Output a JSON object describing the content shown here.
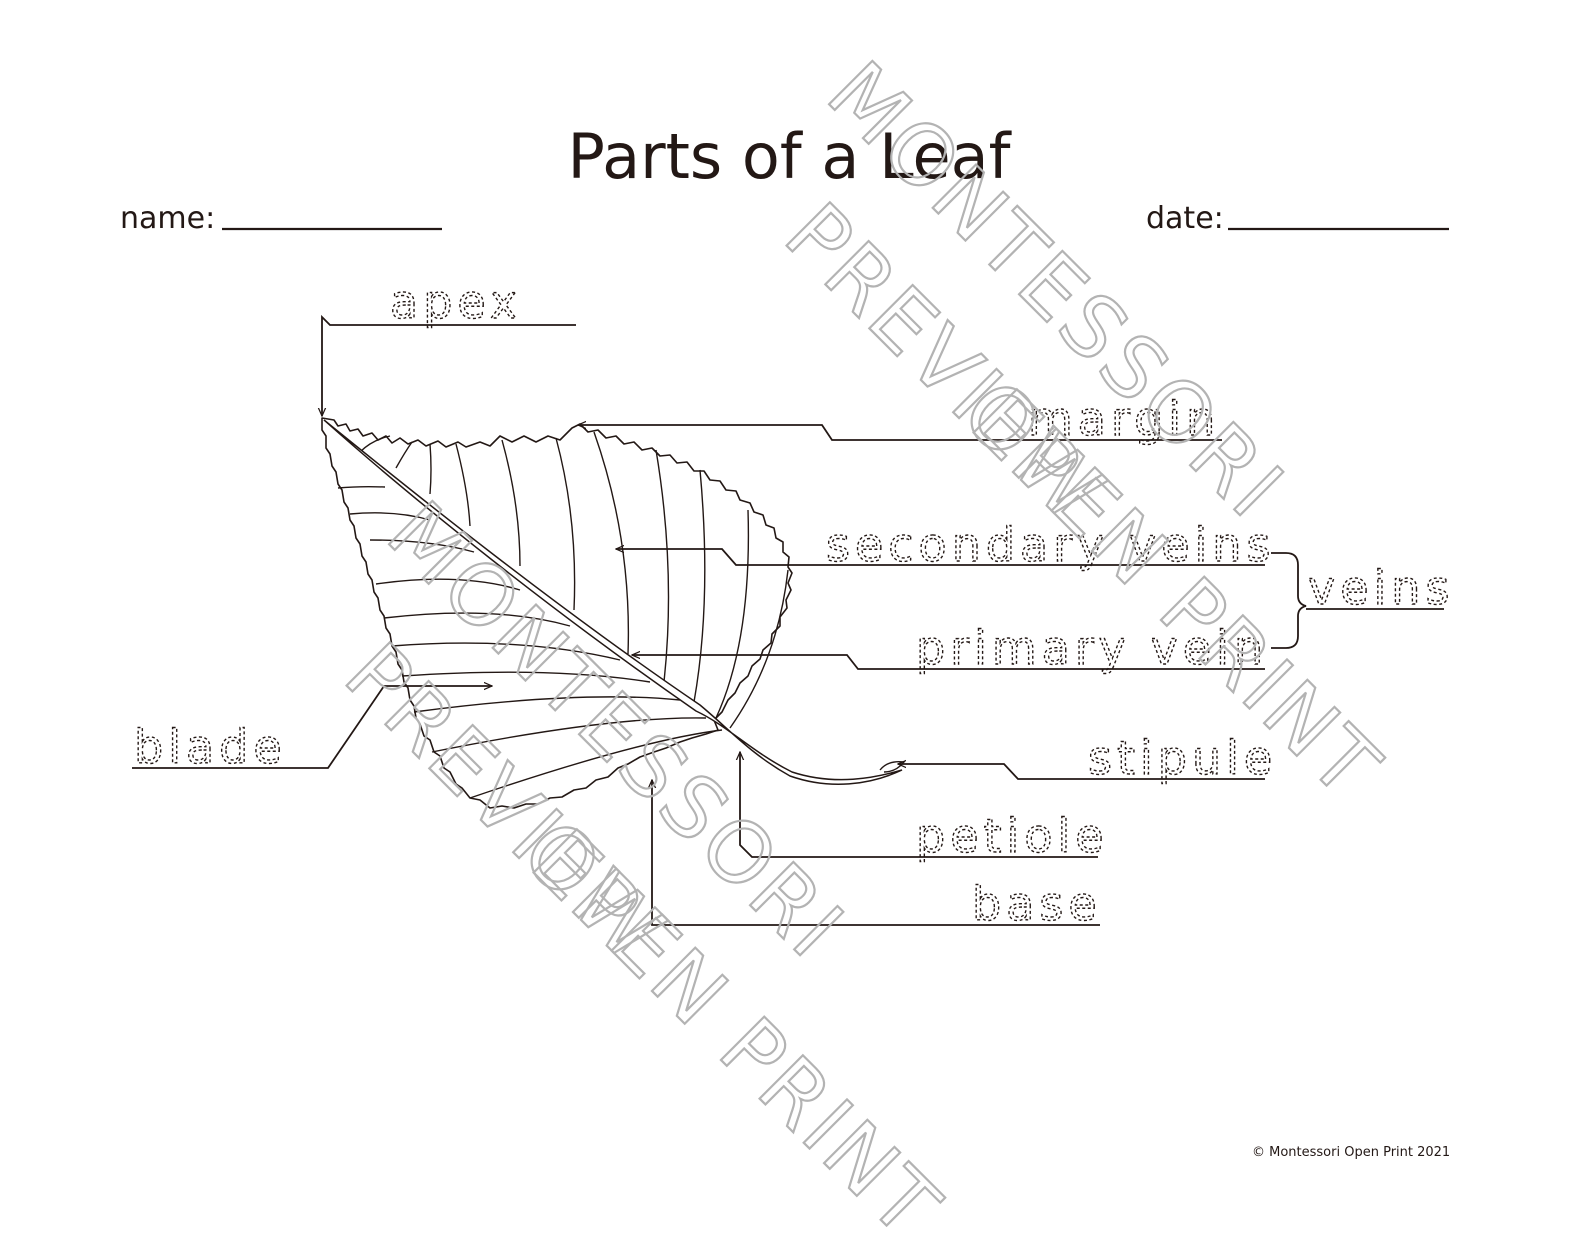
{
  "title": "Parts of a Leaf",
  "fields": {
    "name_label": "name:",
    "date_label": "date:"
  },
  "labels": {
    "apex": "apex",
    "margin": "margin",
    "secondary_veins": "secondary veins",
    "primary_vein": "primary vein",
    "veins": "veins",
    "blade": "blade",
    "stipule": "stipule",
    "petiole": "petiole",
    "base": "base"
  },
  "watermark": {
    "line1": "MONTESSORI",
    "line2": "PREVIEW",
    "line3": "OPEN PRINT",
    "color": "#b3b3b3"
  },
  "copyright": "© Montessori Open Print 2021",
  "colors": {
    "ink": "#231815",
    "background": "#ffffff"
  }
}
